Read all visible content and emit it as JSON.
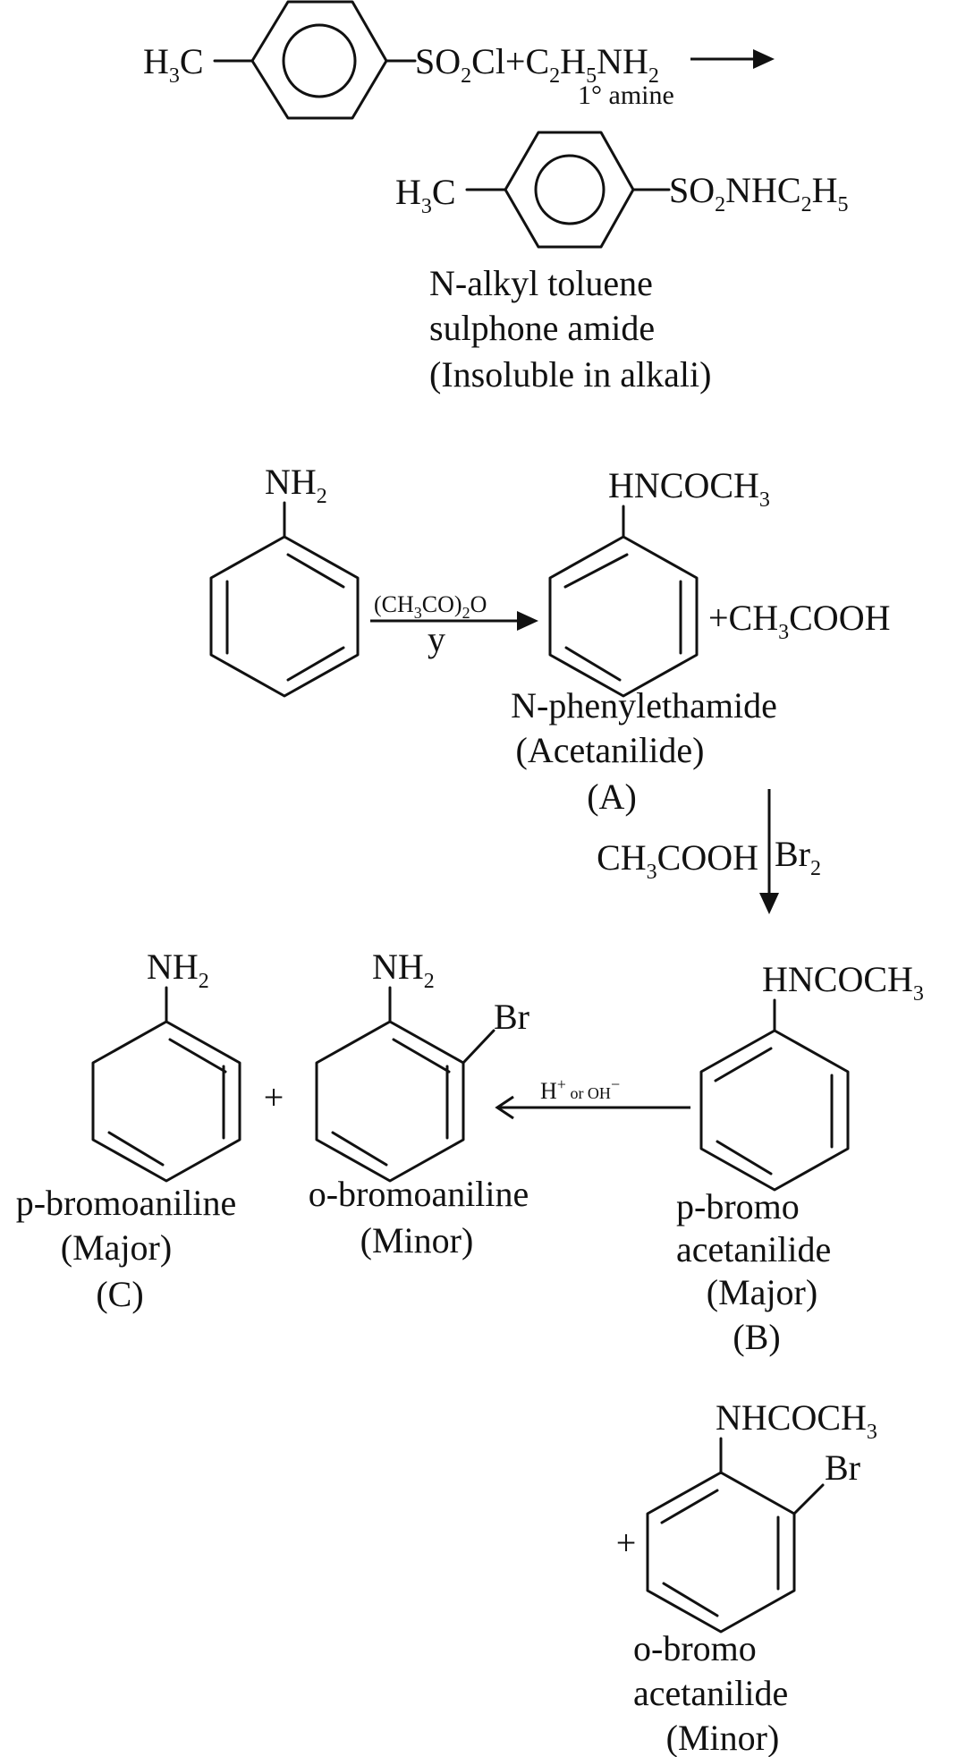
{
  "reaction1": {
    "reactant": {
      "methyl_prefix": "H",
      "methyl_sub": "3",
      "methyl_suffix": "C",
      "sulfonyl_a": "SO",
      "sulfonyl_sub": "2",
      "sulfonyl_b": "Cl+C",
      "ethyl_sub1": "2",
      "ethyl_h": "H",
      "ethyl_sub2": "5",
      "amine_nh": "NH",
      "amine_sub": "2",
      "amine_label": "1° amine"
    },
    "product": {
      "methyl_prefix": "H",
      "methyl_sub": "3",
      "methyl_suffix": "C",
      "group_a": "SO",
      "group_sub1": "2",
      "group_b": "NHC",
      "group_sub2": "2",
      "group_c": "H",
      "group_sub3": "5"
    },
    "product_label": [
      "N-alkyl toluene",
      "sulphone amide",
      "(Insoluble in alkali)"
    ]
  },
  "reaction2": {
    "aniline": {
      "group": "NH",
      "group_sub": "2"
    },
    "reagent": {
      "top_a": "(CH",
      "top_sub1": "3",
      "top_b": "CO)",
      "top_sub2": "2",
      "top_c": "O",
      "bottom": "y"
    },
    "product_a": {
      "group": "HNCOCH",
      "group_sub": "3",
      "byproduct_a": "+CH",
      "byproduct_sub": "3",
      "byproduct_b": "COOH",
      "label": [
        "N-phenylethamide",
        "(Acetanilide)",
        "(A)"
      ]
    },
    "bromination": {
      "left_a": "CH",
      "left_sub": "3",
      "left_b": "COOH",
      "right_a": "Br",
      "right_sub": "2"
    },
    "product_b": {
      "group": "HNCOCH",
      "group_sub": "3",
      "label": [
        "p-bromo",
        "acetanilide",
        "(Major)",
        "(B)"
      ]
    },
    "hydrolysis": {
      "h": "H",
      "h_sup": "+",
      "or": " or OH",
      "oh_sup": "−"
    },
    "o_bromoaniline": {
      "group": "NH",
      "group_sub": "2",
      "br": "Br",
      "label": [
        "o-bromoaniline",
        "(Minor)"
      ]
    },
    "plus_sign": "+",
    "p_bromoaniline": {
      "group": "NH",
      "group_sub": "2",
      "label": [
        "p-bromoaniline",
        "(Major)",
        "(C)"
      ]
    },
    "o_bromoacetanilide": {
      "plus": "+",
      "group": "NHCOCH",
      "group_sub": "3",
      "br": "Br",
      "label": [
        "o-bromo",
        "acetanilide",
        "(Minor)"
      ]
    }
  }
}
